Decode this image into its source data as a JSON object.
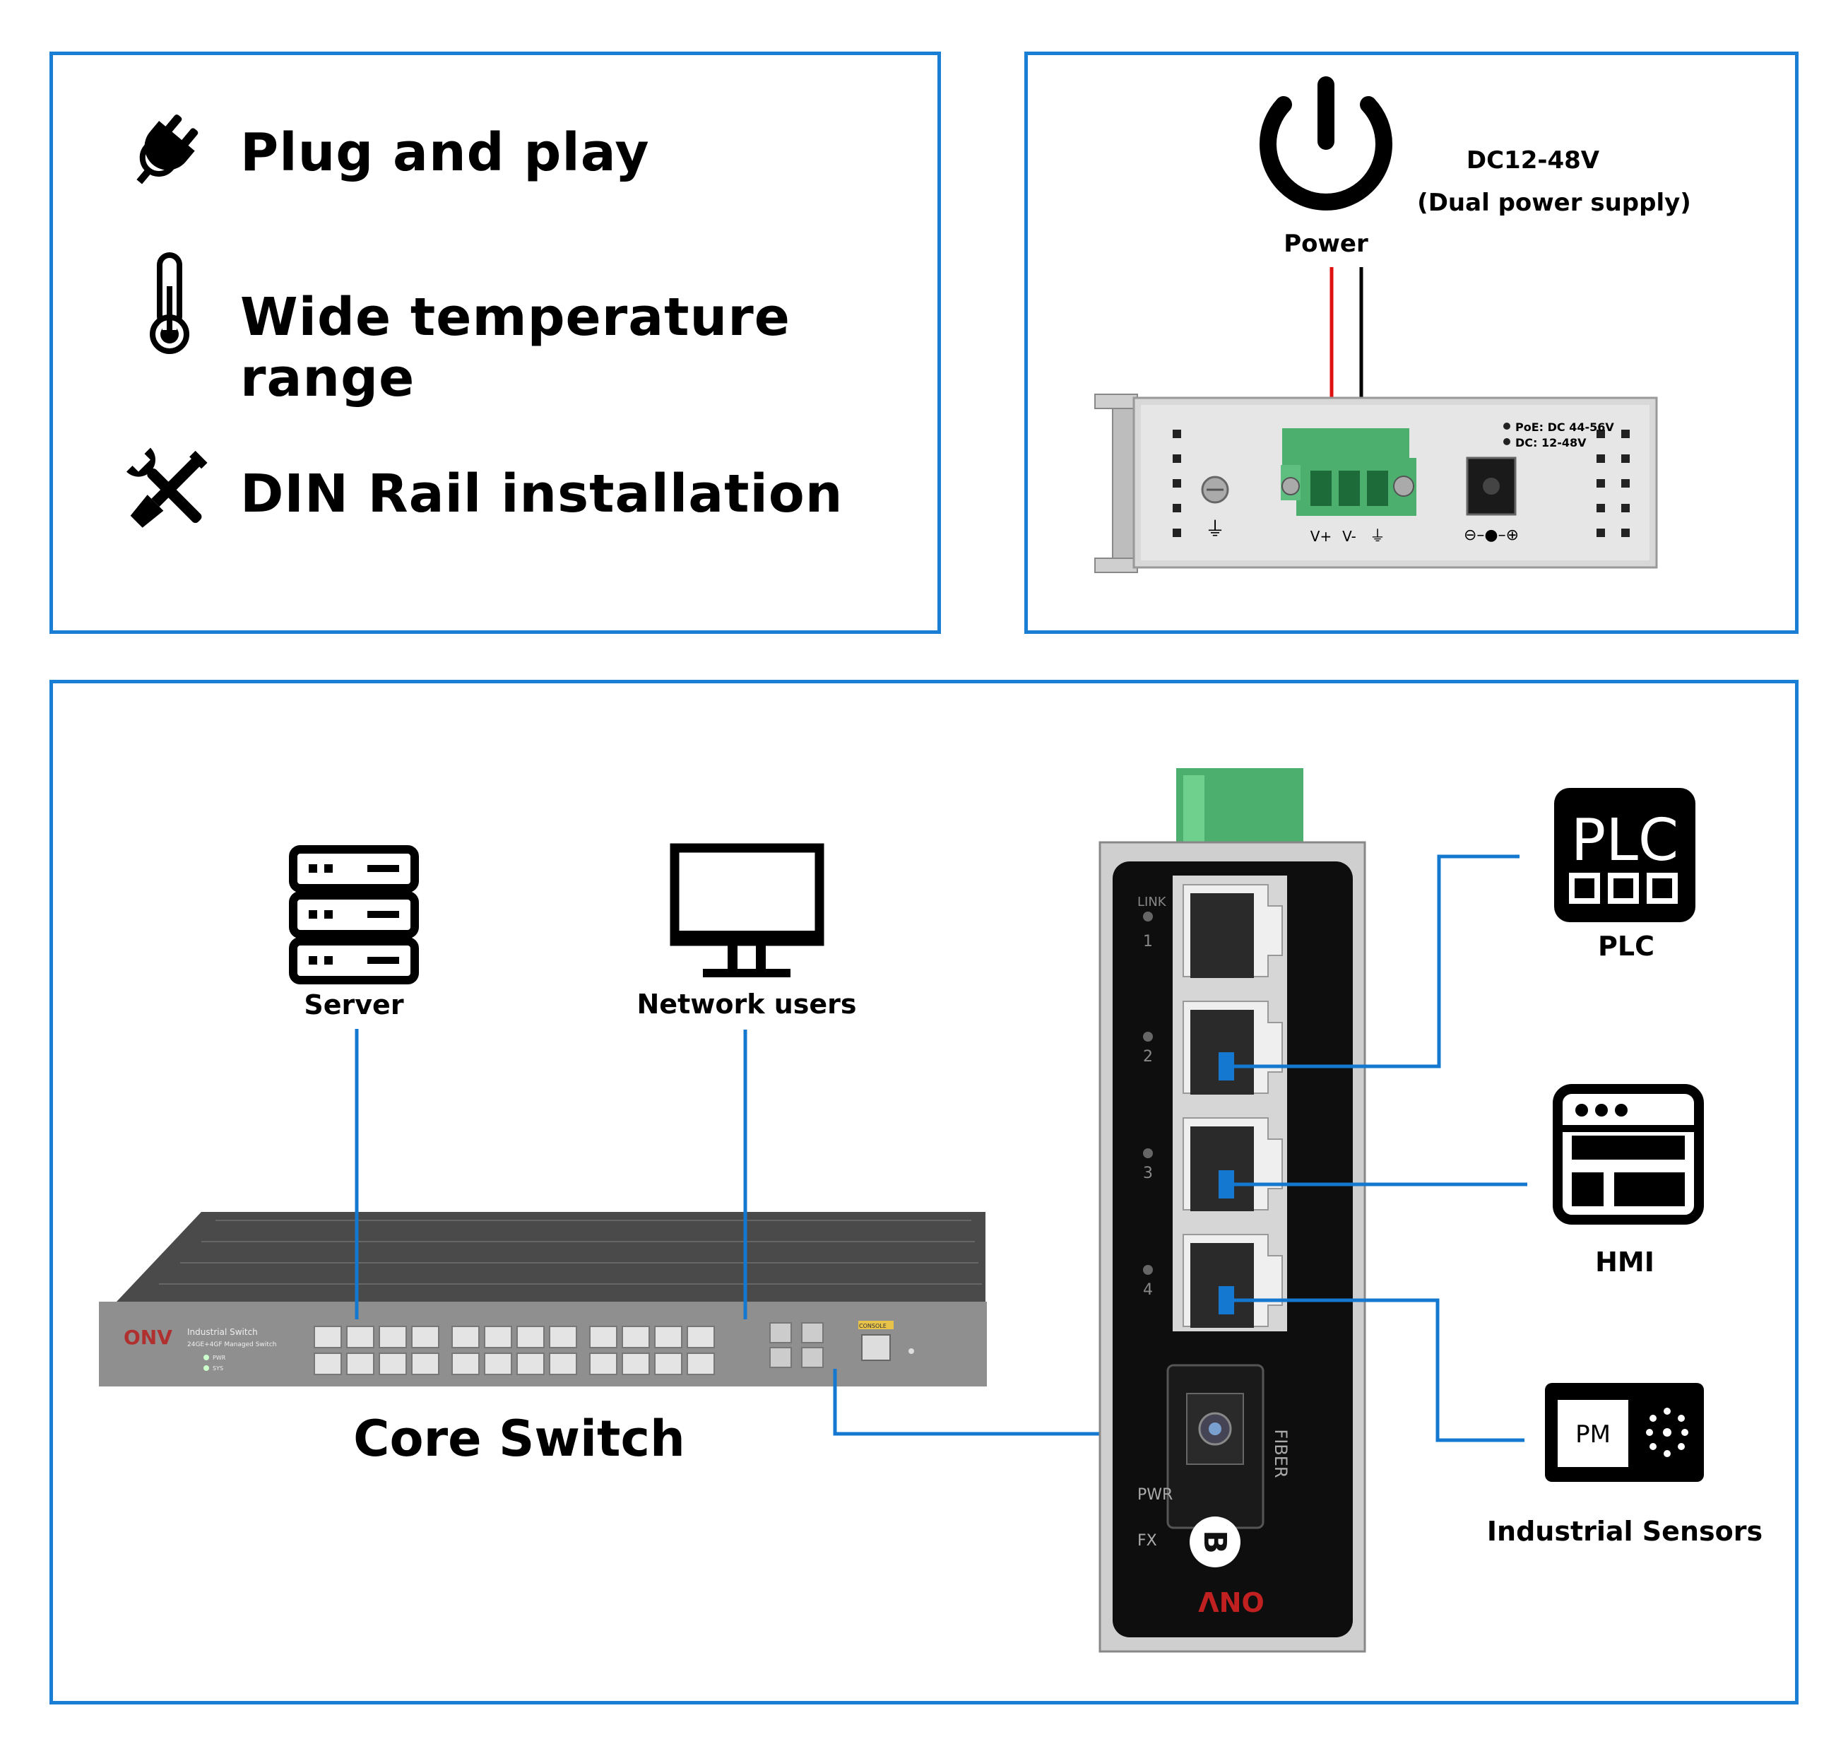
{
  "features": {
    "items": [
      {
        "icon": "plug-icon",
        "label": "Plug and play"
      },
      {
        "icon": "thermometer-icon",
        "label": "Wide temperature range"
      },
      {
        "icon": "tools-icon",
        "label": "DIN Rail installation"
      }
    ]
  },
  "power": {
    "icon": "power-icon",
    "label": "Power",
    "voltage": "DC12-48V",
    "supply_note": "(Dual power supply)",
    "device_spec_poe": "PoE: DC 44-56V",
    "device_spec_dc": "DC: 12-48V",
    "terminal_labels": [
      "V+",
      "V-",
      "⏚"
    ],
    "ground_symbol": "⏚"
  },
  "network": {
    "server_label": "Server",
    "users_label": "Network users",
    "core_switch_label": "Core Switch",
    "core_switch_brand": "ONV",
    "core_switch_name": "Industrial Switch",
    "core_switch_model": "24GE+4GF Managed Switch",
    "core_switch_leds": [
      "PWR",
      "SYS"
    ],
    "core_switch_console": "CONSOLE",
    "din_switch_brand": "ONV",
    "din_switch_link_label": "LINK",
    "din_switch_ports": [
      "1",
      "2",
      "3",
      "4"
    ],
    "din_switch_pwr_label": "PWR",
    "din_switch_fx_label": "FX",
    "din_switch_fiber_label": "FIBER",
    "din_switch_badge": "B",
    "plc_icon_text": "PLC",
    "plc_label": "PLC",
    "hmi_label": "HMI",
    "sensor_icon_text": "PM",
    "sensors_label": "Industrial Sensors"
  },
  "colors": {
    "frame_blue": "#1a7fd4",
    "link_blue": "#1478d0",
    "wire_red": "#e01010",
    "terminal_green": "#4caf6e"
  }
}
